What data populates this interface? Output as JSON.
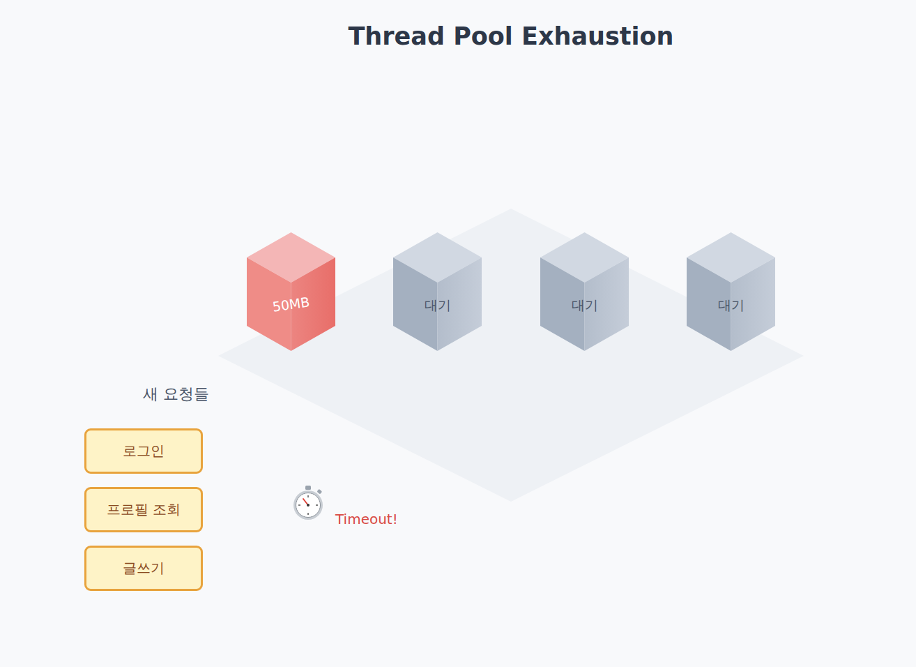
{
  "diagram": {
    "title": "Thread Pool Exhaustion",
    "nodes": [
      {
        "text": [
          "50MB"
        ]
      },
      {
        "text": [
          "대기"
        ]
      },
      {
        "text": [
          "대기"
        ]
      },
      {
        "text": [
          "대기"
        ]
      },
      {
        "text": [
          "로그인"
        ]
      },
      {
        "text": [
          "프로필 조회"
        ]
      },
      {
        "text": [
          "글쓰기"
        ]
      }
    ],
    "labels": [
      "새 요청들",
      "Timeout!"
    ]
  }
}
